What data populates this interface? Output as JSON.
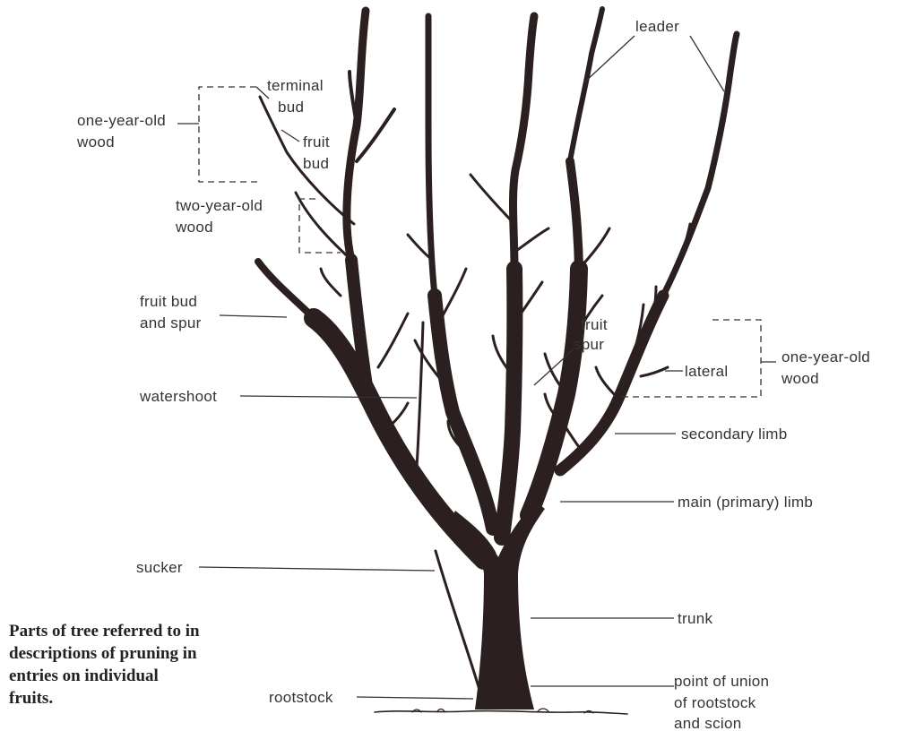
{
  "labels": {
    "leader": "leader",
    "terminal_bud": [
      "terminal",
      "bud"
    ],
    "one_year_old_wood_left": [
      "one-year-old",
      "wood"
    ],
    "fruit_bud_top": [
      "fruit",
      "bud"
    ],
    "two_year_old_wood": [
      "two-year-old",
      "wood"
    ],
    "fruit_bud_and_spur": [
      "fruit bud",
      "and spur"
    ],
    "watershoot": "watershoot",
    "fruit_spur": [
      "fruit",
      "spur"
    ],
    "lateral": "lateral",
    "one_year_old_wood_right": [
      "one-year-old",
      "wood"
    ],
    "secondary_limb": "secondary limb",
    "main_primary_limb": "main (primary) limb",
    "sucker": "sucker",
    "trunk": "trunk",
    "rootstock": "rootstock",
    "point_of_union": [
      "point of union",
      "of rootstock",
      "and scion"
    ]
  },
  "caption": [
    "Parts of tree referred to in",
    "descriptions of pruning in",
    "entries on individual",
    "fruits."
  ],
  "colors": {
    "bark": "#2b1f1f",
    "text": "#333333"
  }
}
